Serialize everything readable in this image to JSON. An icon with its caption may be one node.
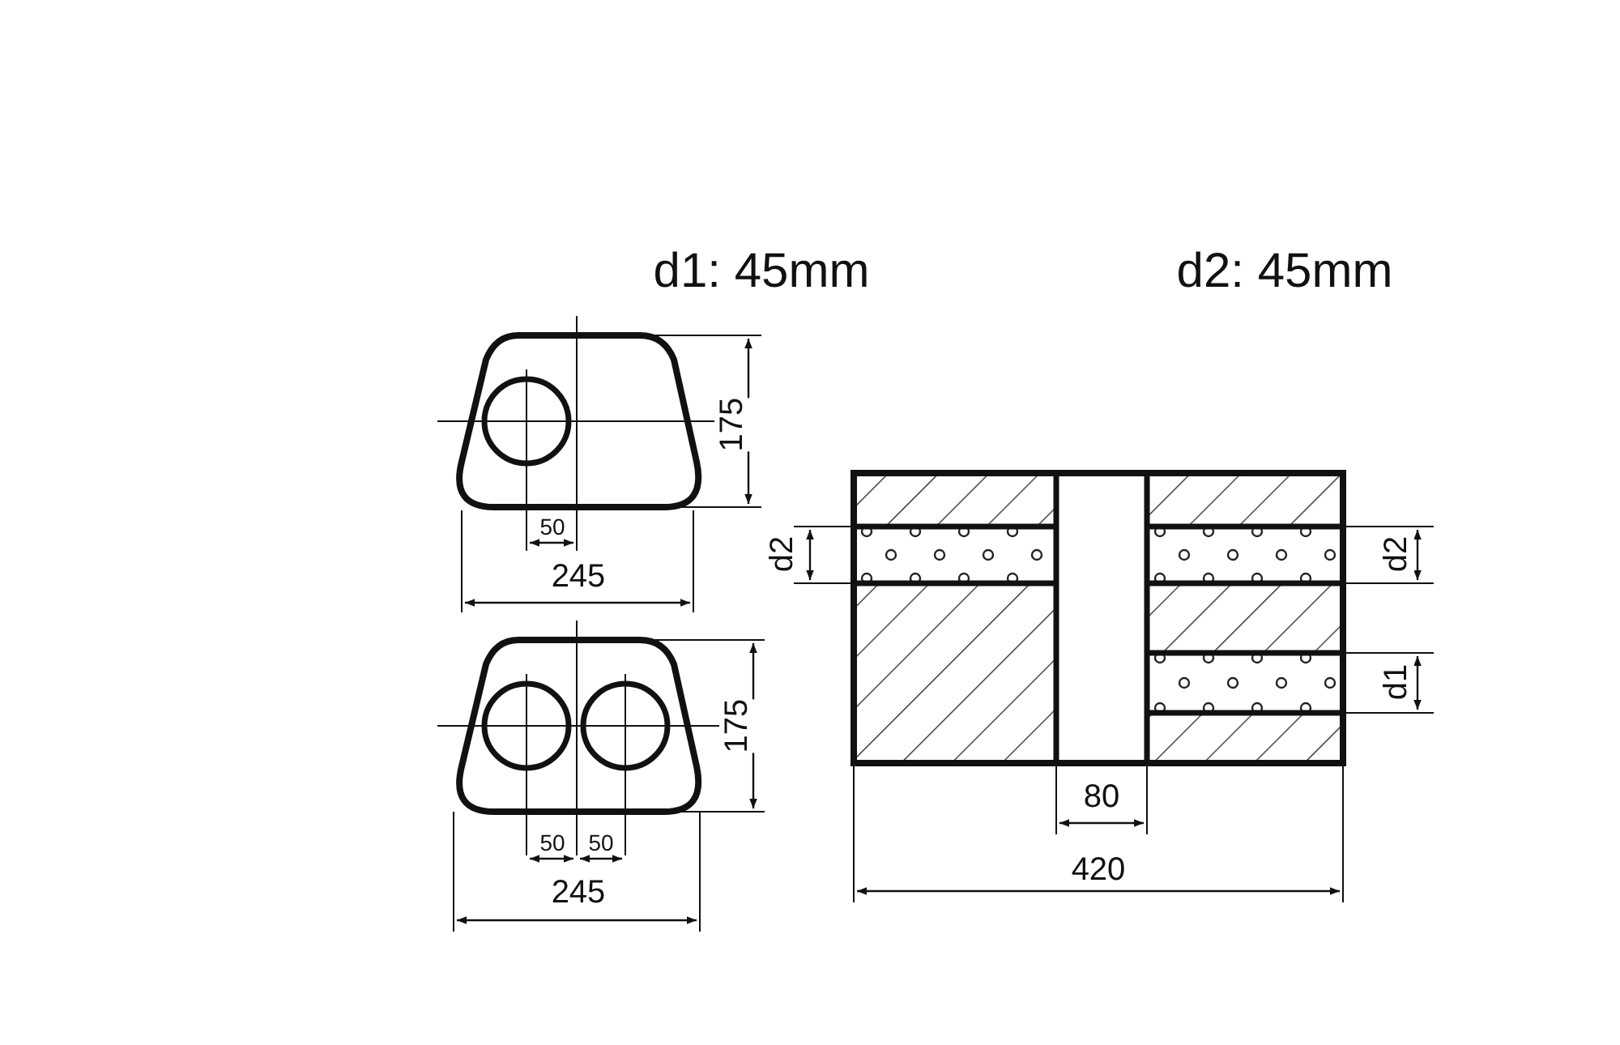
{
  "diagram": {
    "labels": [
      "d1: 45mm",
      "d2: 45mm",
      "175",
      "50",
      "d2",
      "d2",
      "245",
      "d1",
      "175",
      "80",
      "50",
      "50",
      "420",
      "245"
    ]
  }
}
